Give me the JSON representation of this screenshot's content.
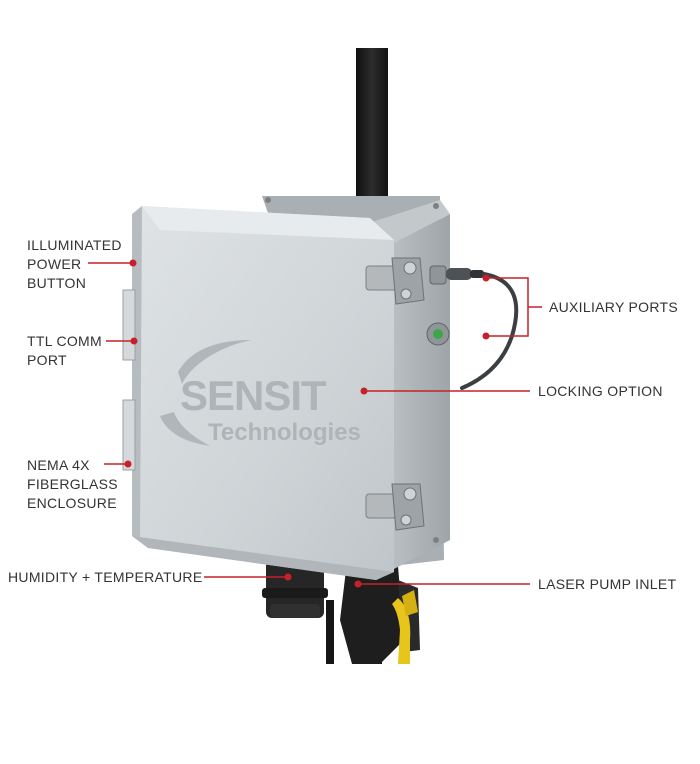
{
  "device": {
    "brand_logo_text": "SENSIT",
    "brand_logo_subtext": "Technologies"
  },
  "callouts": {
    "power_button": [
      "ILLUMINATED",
      "POWER",
      "BUTTON"
    ],
    "ttl_port": [
      "TTL COMM",
      "PORT"
    ],
    "enclosure": [
      "NEMA 4X",
      "FIBERGLASS",
      "ENCLOSURE"
    ],
    "humidity": "HUMIDITY + TEMPERATURE",
    "auxiliary_ports": "AUXILIARY PORTS",
    "locking_option": "LOCKING OPTION",
    "laser_pump_inlet": "LASER PUMP INLET"
  },
  "colors": {
    "callout_red": "#c8202a",
    "label_gray": "#333333",
    "enclosure_gray": "#c9ced1",
    "pole_black": "#1c1c1c"
  }
}
